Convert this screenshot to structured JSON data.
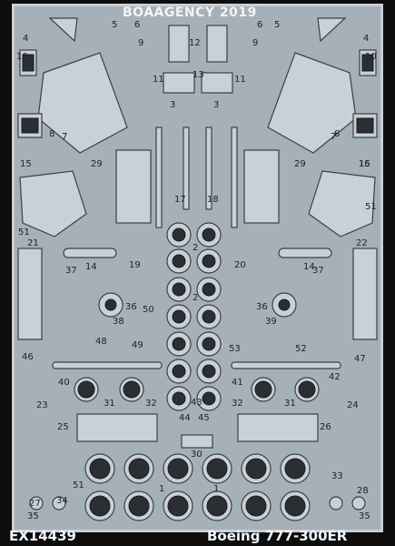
{
  "sheet": {
    "header": "BOAAGENCY 2019",
    "product_code": "EX14439",
    "model": "Boeing 777-300ER"
  },
  "part_numbers": [
    "1",
    "2",
    "3",
    "4",
    "5",
    "6",
    "7",
    "8",
    "9",
    "10",
    "11",
    "12",
    "13",
    "14",
    "15",
    "16",
    "17",
    "18",
    "19",
    "20",
    "21",
    "22",
    "23",
    "24",
    "25",
    "26",
    "27",
    "28",
    "29",
    "30",
    "31",
    "32",
    "33",
    "34",
    "35",
    "36",
    "37",
    "38",
    "39",
    "40",
    "41",
    "42",
    "43",
    "44",
    "45",
    "46",
    "47",
    "48",
    "49",
    "50",
    "51",
    "52",
    "53"
  ]
}
